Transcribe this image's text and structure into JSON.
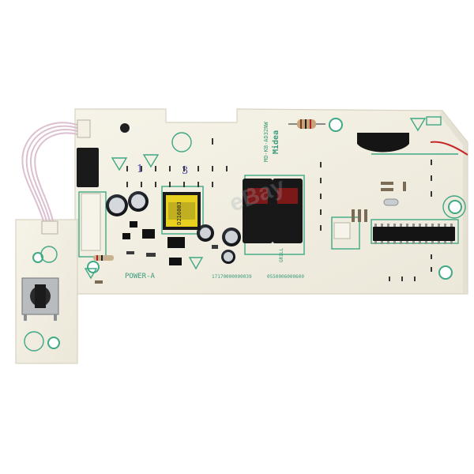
{
  "photo": {
    "subject_texts": {
      "brand": "Midea",
      "power_label": "POWER-A",
      "transformer_code": "D216003",
      "model_code": "MD-KB-AD32NW",
      "serial_left": "17170000000039",
      "serial_right": "0550006000600",
      "marker_1": "1",
      "marker_3": "3",
      "grill_label": "GRILL",
      "watermark": "eBay"
    },
    "colors": {
      "board": "#f1eee2",
      "silkscreen": "#3fa884",
      "relay": "#1c1c1c",
      "transformer": "#e8d21f",
      "ribbon": "#e3c9d7"
    }
  }
}
